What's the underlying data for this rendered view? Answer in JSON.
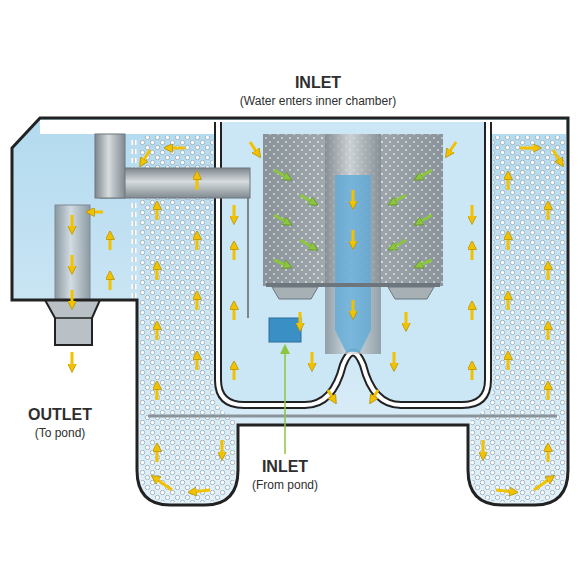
{
  "diagram": {
    "labels": [
      "INLET",
      "(Water enters inner chamber)",
      "OUTLET",
      "(To pond)",
      "INLET",
      "(From pond)"
    ]
  }
}
